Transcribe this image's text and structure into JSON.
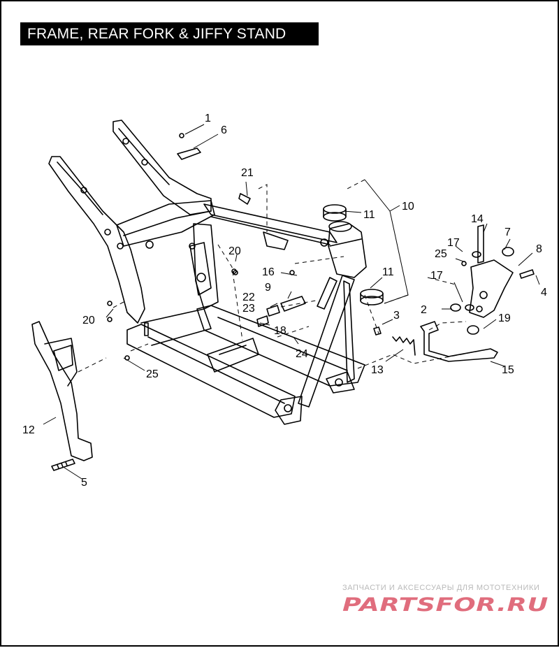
{
  "title": "FRAME, REAR FORK & JIFFY STAND",
  "callouts": {
    "c1": "1",
    "c2": "2",
    "c3": "3",
    "c4": "4",
    "c5": "5",
    "c6": "6",
    "c7": "7",
    "c8": "8",
    "c9": "9",
    "c10": "10",
    "c11a": "11",
    "c11b": "11",
    "c12": "12",
    "c13": "13",
    "c14": "14",
    "c15": "15",
    "c16": "16",
    "c17a": "17",
    "c17b": "17",
    "c18": "18",
    "c19": "19",
    "c20a": "20",
    "c20b": "20",
    "c21": "21",
    "c22": "22",
    "c23": "23",
    "c24": "24",
    "c25a": "25",
    "c25b": "25"
  },
  "watermark": {
    "caption": "ЗАПЧАСТИ И АКСЕССУАРЫ ДЛЯ МОТОТЕХНИКИ",
    "logo_text": "PARTSFOR.RU"
  },
  "colors": {
    "ink": "#000000",
    "watermark_logo": "#e06d7d",
    "watermark_caption": "#b9b9b9"
  }
}
